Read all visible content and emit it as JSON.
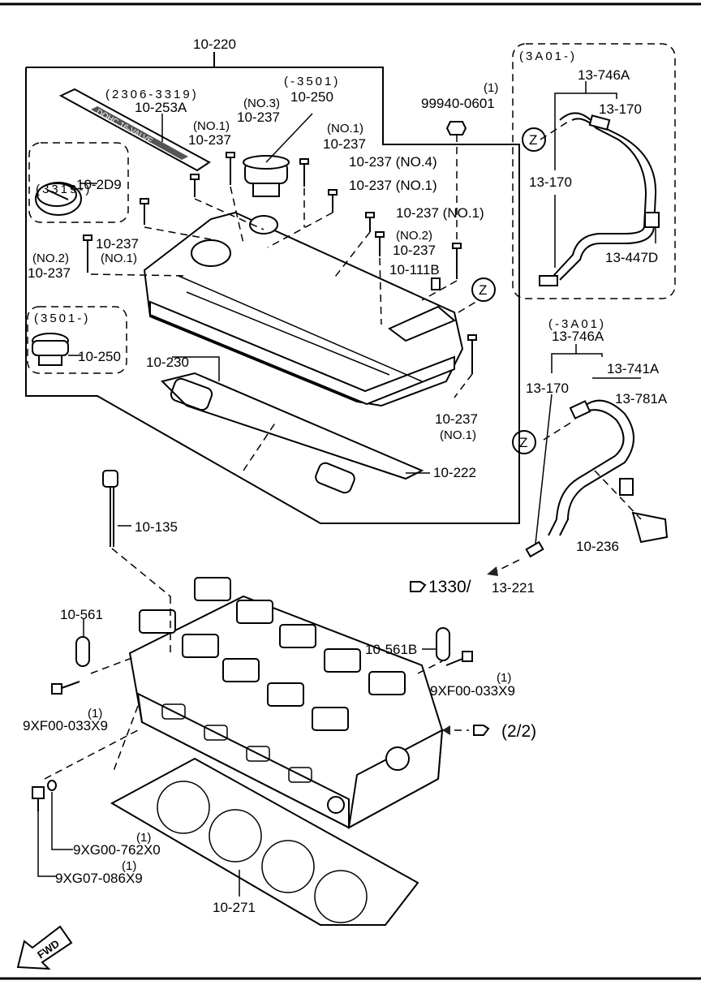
{
  "labels": {
    "cover_assy": "10-220",
    "trim_date": "(2306-3319)",
    "trim_plate": "10-253A",
    "cap_date_a": "(-3501)",
    "cap_a": "10-250",
    "cap_date_b": "(3501-)",
    "cap_b": "10-250",
    "cap_date_c": "(3319-)",
    "cap_c": "10-2D9",
    "bolt": "10-237",
    "no1": "(NO.1)",
    "no2": "(NO.2)",
    "no3": "(NO.3)",
    "no4": "(NO.4)",
    "bolt_no4": "10-237 (NO.4)",
    "bolt_no1": "10-237 (NO.1)",
    "nut": "99940-0601",
    "qty1": "(1)",
    "valve": "10-111B",
    "gasket_a": "10-230",
    "gasket_b": "10-222",
    "dipstick": "10-135",
    "bracket_a": "10-561",
    "bracket_b": "10-561B",
    "head_bolt": "9XF00-033X9",
    "plug": "9XG00-762X0",
    "washer": "9XG07-086X9",
    "head_gasket": "10-271",
    "hose_date_a": "(3A01-)",
    "hose_date_b": "(-3A01)",
    "hose_a": "13-746A",
    "hose_b": "13-170",
    "clip": "13-447D",
    "hose_c": "13-741A",
    "hose_d": "13-781A",
    "clamp": "10-236",
    "ref_page": "1330/",
    "ref_fig": "13-221",
    "ref_sheet": "(2/2)",
    "zone": "Z",
    "fwd": "FWD",
    "trim_text": "DOHC 16-VALVE"
  }
}
